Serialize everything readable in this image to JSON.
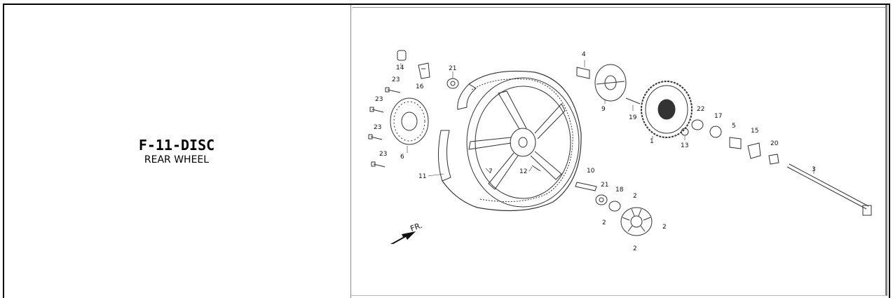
{
  "header": {
    "code": "F-11-DISC",
    "subtitle": "REAR WHEEL"
  },
  "diagram": {
    "direction_label": "FR.",
    "callouts": [
      "14",
      "16",
      "21",
      "23",
      "23",
      "23",
      "23",
      "6",
      "11",
      "7",
      "12",
      "4",
      "9",
      "19",
      "1",
      "13",
      "22",
      "17",
      "5",
      "15",
      "20",
      "3",
      "10",
      "21",
      "18",
      "2",
      "2",
      "2",
      "2"
    ]
  },
  "colors": {
    "border": "#000000",
    "line": "#333333"
  }
}
